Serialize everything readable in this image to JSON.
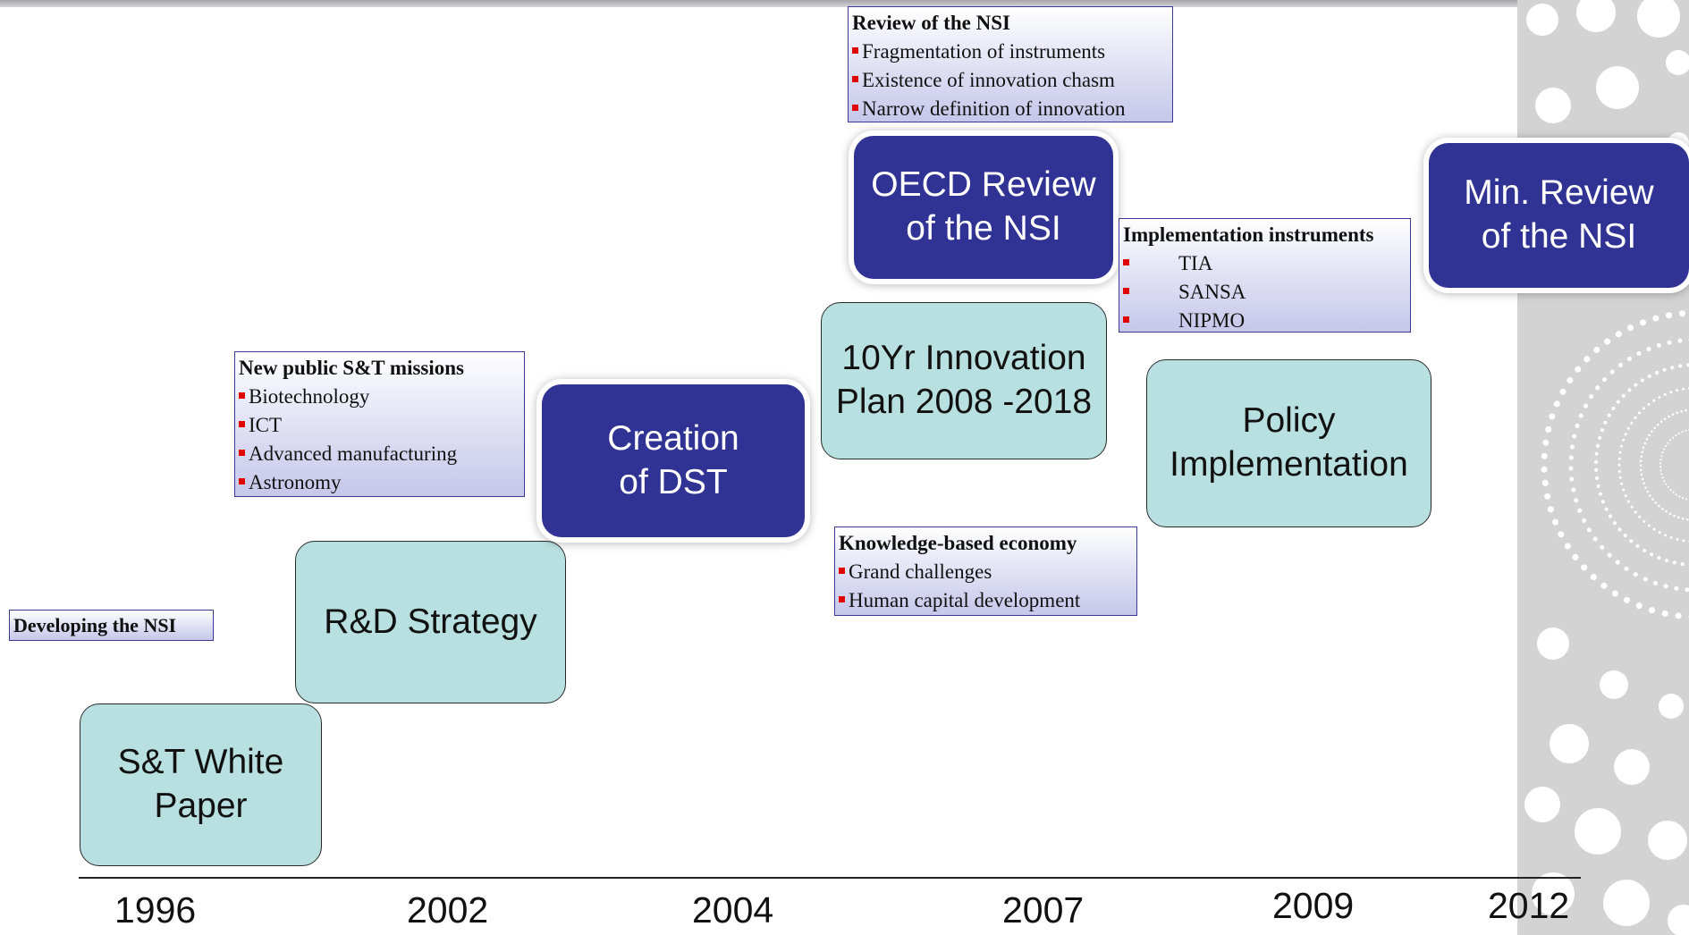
{
  "boxes": {
    "st_white_paper": "S&T White\nPaper",
    "rd_strategy": "R&D Strategy",
    "creation_dst": "Creation\nof DST",
    "innovation_plan": "10Yr Innovation\nPlan 2008 -2018",
    "oecd_review": "OECD Review\nof the NSI",
    "policy_implementation": "Policy\nImplementation",
    "min_review": "Min. Review\nof the NSI"
  },
  "notes": {
    "developing": {
      "title": "Developing the NSI"
    },
    "missions": {
      "title": "New public S&T missions",
      "items": [
        "Biotechnology",
        "ICT",
        "Advanced manufacturing",
        "Astronomy"
      ]
    },
    "review": {
      "title": "Review of the NSI",
      "items": [
        "Fragmentation of instruments",
        "Existence of innovation chasm",
        "Narrow definition of innovation"
      ]
    },
    "knowledge": {
      "title": "Knowledge-based economy",
      "items": [
        "Grand challenges",
        "Human capital development"
      ]
    },
    "implementation": {
      "title": "Implementation instruments",
      "items": [
        "TIA",
        "SANSA",
        "NIPMO"
      ]
    }
  },
  "years": [
    "1996",
    "2002",
    "2004",
    "2007",
    "2009",
    "2012"
  ],
  "colors": {
    "teal_box": "#b9e0e0",
    "navy_box": "#303294",
    "bullet": "#e00000"
  }
}
